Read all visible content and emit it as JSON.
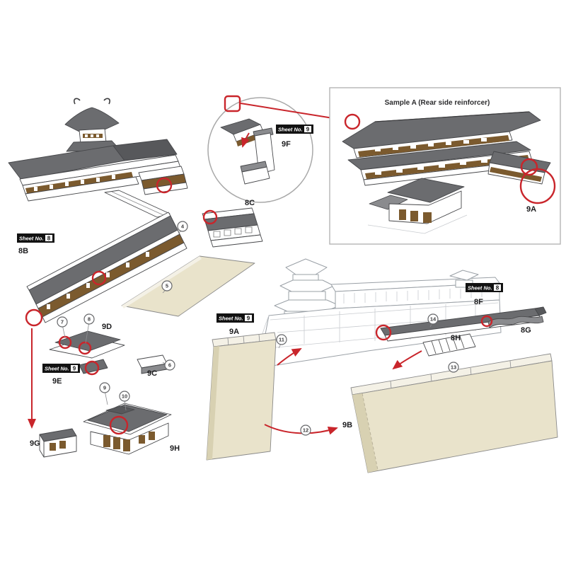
{
  "inset": {
    "title": "Sample A (Rear side reinforcer)"
  },
  "badges": {
    "sheet8": {
      "prefix": "Sheet No.",
      "num": "8"
    },
    "sheet9": {
      "prefix": "Sheet No.",
      "num": "9"
    }
  },
  "parts": {
    "p8b": "8B",
    "p8c": "8C",
    "p8f": "8F",
    "p8g": "8G",
    "p8h": "8H",
    "p9a": "9A",
    "p9b": "9B",
    "p9c": "9C",
    "p9d": "9D",
    "p9e": "9E",
    "p9f": "9F",
    "p9g": "9G",
    "p9h": "9H"
  },
  "markers": [
    {
      "n": "4"
    },
    {
      "n": "5"
    },
    {
      "n": "6"
    },
    {
      "n": "7"
    },
    {
      "n": "8"
    },
    {
      "n": "9"
    },
    {
      "n": "10"
    },
    {
      "n": "11"
    },
    {
      "n": "12"
    },
    {
      "n": "13"
    },
    {
      "n": "14"
    }
  ],
  "colors": {
    "accent_red": "#c9252b",
    "roof_gray": "#6b6c6f",
    "roof_dark": "#57585b",
    "panel_brown": "#7b5a2e",
    "paper_tan": "#e9e3cb",
    "outline": "#46474a"
  }
}
